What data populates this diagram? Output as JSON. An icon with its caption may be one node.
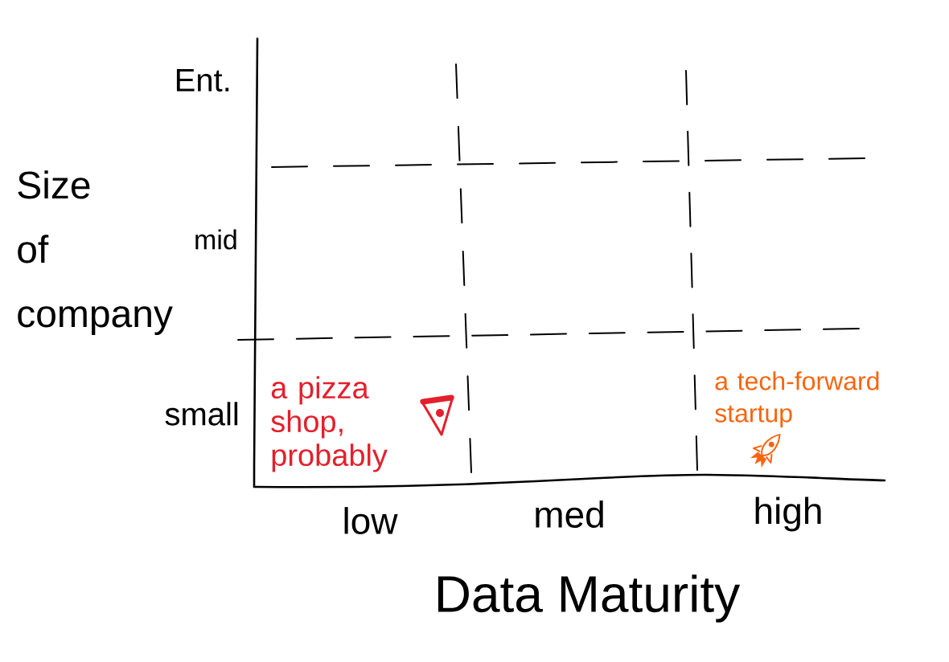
{
  "diagram": {
    "labels": [
      "Ent.",
      "Size of company",
      "mid",
      "small",
      "a pizza shop, probably",
      "a tech-forward startup",
      "low",
      "med",
      "high",
      "Data Maturity"
    ]
  }
}
